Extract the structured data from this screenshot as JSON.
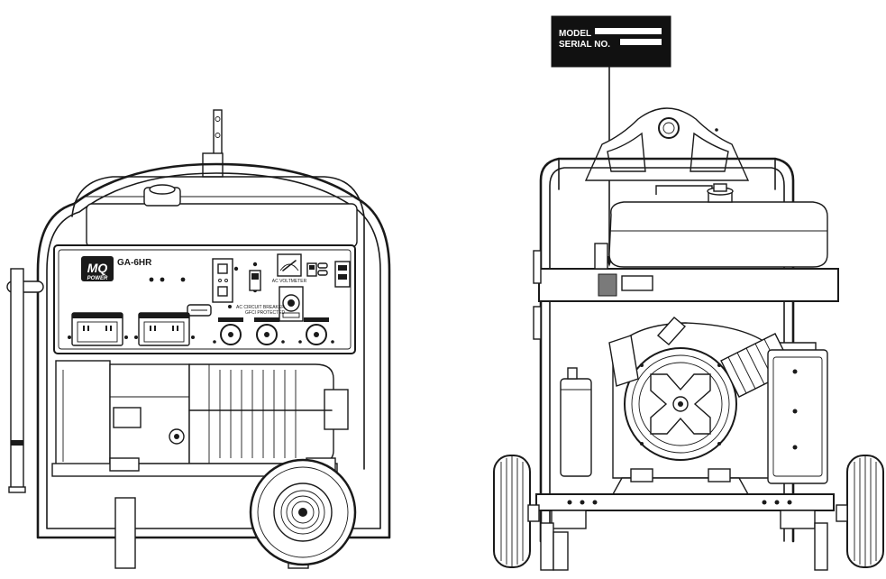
{
  "left_view": {
    "brand_logo": "MQ POWER",
    "model_name": "GA-6HR",
    "voltmeter_label": "AC VOLTMETER",
    "breaker_label": "AC CIRCUIT BREAKER",
    "gfci_label": "GFCI PROTECTED"
  },
  "right_view": {
    "callout": {
      "model_label": "MODEL",
      "serial_label": "SERIAL NO."
    },
    "nameplate_color": "#7a7a7a"
  }
}
